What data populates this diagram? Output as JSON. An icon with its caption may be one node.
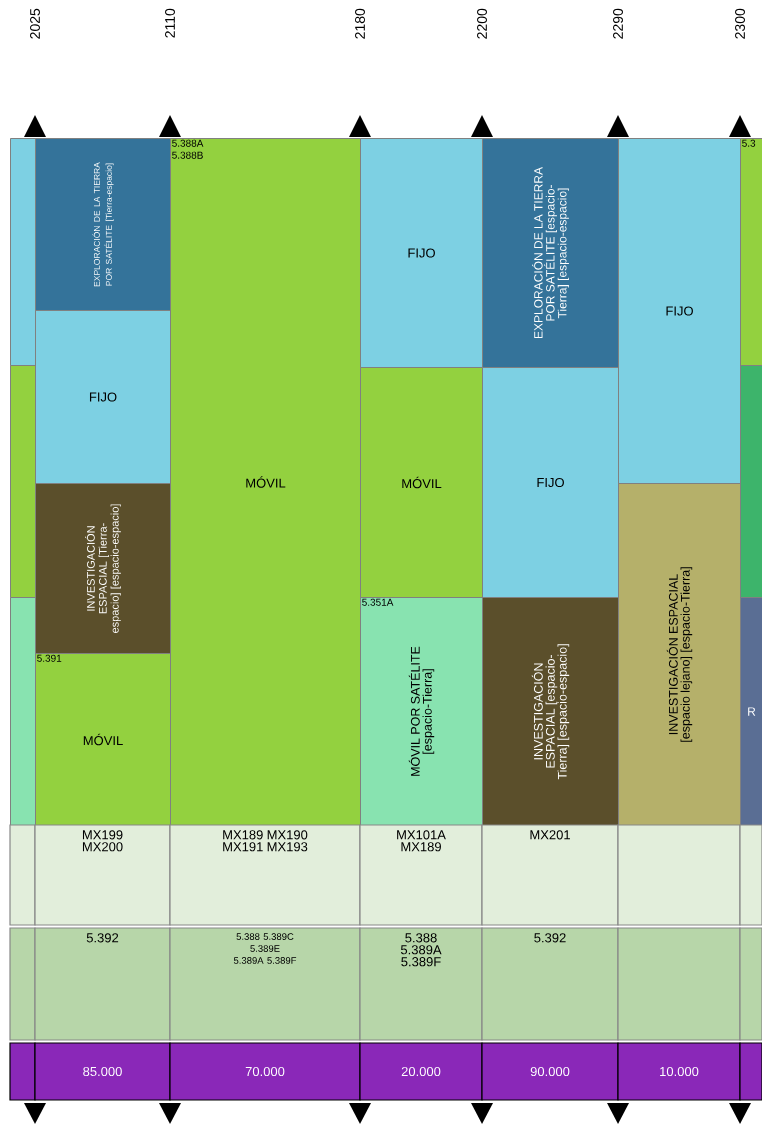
{
  "diagram": {
    "nodes": [
      {
        "text": [],
        "shape": "box"
      },
      {
        "text": [],
        "shape": "box"
      },
      {
        "text": [],
        "shape": "box"
      },
      {
        "text": [
          "EXPLORACIÓN DE LA TIERRA POR SATÉLITE [Tierra-espacio]"
        ]
      },
      {
        "text": [
          "FIJO"
        ]
      },
      {
        "text": [
          "INVESTIGACIÓN ESPACIAL [Tierra-espacio] [espacio-espacio]"
        ]
      },
      {
        "text": [
          "5.391",
          "MÓVIL"
        ]
      },
      {
        "text": [
          "5.388A 5.388B",
          "MÓVIL"
        ]
      },
      {
        "text": [
          "FIJO"
        ]
      },
      {
        "text": [
          "MÓVIL"
        ]
      },
      {
        "text": [
          "5.351A",
          "MÓVIL POR SATÉLITE [espacio-Tierra]"
        ]
      },
      {
        "text": [
          "EXPLORACIÓN DE LA TIERRA POR SATÉLITE [espacio-Tierra] [espacio-espacio]"
        ]
      },
      {
        "text": [
          "FIJO"
        ]
      },
      {
        "text": [
          "INVESTIGACIÓN ESPACIAL [espacio-Tierra] [espacio-espacio]"
        ]
      },
      {
        "text": [
          "FIJO"
        ]
      },
      {
        "text": [
          "INVESTIGACIÓN ESPACIAL [espacio lejano] [espacio-Tierra]"
        ]
      },
      {
        "text": [
          "5.3"
        ]
      },
      {
        "text": [],
        "shape": "box"
      },
      {
        "text": [
          "R"
        ]
      }
    ],
    "labels": [
      "2025",
      "2110",
      "2180",
      "2200",
      "2290",
      "2300",
      "MX199 MX200",
      "MX189 MX190 MX191 MX193",
      "MX101A MX189",
      "MX201",
      "5.392",
      "5.388 5.389C 5.389E 5.389A 5.389F",
      "5.388 5.389A 5.389F",
      "5.392",
      "85.000",
      "70.000",
      "20.000",
      "90.000",
      "10.000"
    ]
  }
}
